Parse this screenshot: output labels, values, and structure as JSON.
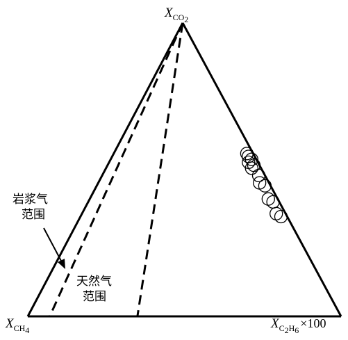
{
  "chart_data": {
    "type": "ternary-scatter",
    "apex_labels": {
      "top": {
        "var": "X",
        "sub": "CO",
        "sub2": "2"
      },
      "left": {
        "var": "X",
        "sub": "CH",
        "sub2": "4"
      },
      "right": {
        "var": "X",
        "sub": "C",
        "sub2": "2",
        "sub3": "H",
        "sub4": "6",
        "suffix": "×100"
      }
    },
    "regions": [
      {
        "name_line1": "岩浆气",
        "name_line2": "范围"
      },
      {
        "name_line1": "天然气",
        "name_line2": "范围"
      }
    ],
    "region_boundaries": [
      {
        "from_apex": "top",
        "base_fraction": 0.07
      },
      {
        "from_apex": "top",
        "base_fraction": 0.35
      }
    ],
    "points": [
      {
        "t": 0.555,
        "s": 0.02
      },
      {
        "t": 0.545,
        "s": 0.02
      },
      {
        "t": 0.535,
        "s": 0.015
      },
      {
        "t": 0.525,
        "s": 0.03
      },
      {
        "t": 0.515,
        "s": 0.018
      },
      {
        "t": 0.505,
        "s": 0.03
      },
      {
        "t": 0.48,
        "s": 0.02
      },
      {
        "t": 0.455,
        "s": 0.03
      },
      {
        "t": 0.445,
        "s": 0.018
      },
      {
        "t": 0.4,
        "s": 0.03
      },
      {
        "t": 0.39,
        "s": 0.02
      },
      {
        "t": 0.35,
        "s": 0.03
      },
      {
        "t": 0.34,
        "s": 0.02
      }
    ]
  }
}
